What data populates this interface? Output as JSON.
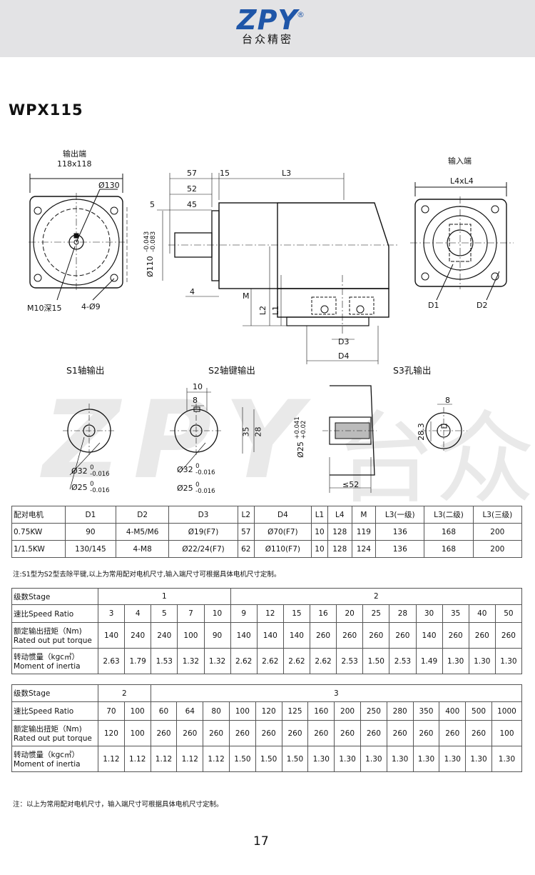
{
  "header": {
    "logo": "ZPY",
    "logo_mark": "®",
    "company": "台众精密"
  },
  "model": "WPX115",
  "drawing": {
    "output_end": "输出端",
    "output_size": "118x118",
    "input_end": "输入端",
    "dim_130": "Ø130",
    "dim_m10": "M10深15",
    "dim_4x9": "4-Ø9",
    "dim_57": "57",
    "dim_15": "15",
    "dim_L3": "L3",
    "dim_52": "52",
    "dim_45": "45",
    "dim_5": "5",
    "dim_110": "Ø110",
    "dim_110_tol_top": "-0.043",
    "dim_110_tol_bottom": "-0.083",
    "dim_4": "4",
    "dim_M": "M",
    "dim_L2": "L2",
    "dim_L1": "L1",
    "dim_D3": "D3",
    "dim_D4": "D4",
    "dim_L4": "L4xL4",
    "dim_D1": "D1",
    "dim_D2": "D2",
    "s1": "S1轴输出",
    "s2": "S2轴键输出",
    "s3": "S3孔输出",
    "s1_d32": "Ø32",
    "s1_d32_tol_top": "0",
    "s1_d32_tol_bottom": "-0.016",
    "s1_d25": "Ø25",
    "s1_d25_tol_top": "0",
    "s1_d25_tol_bottom": "-0.016",
    "s2_10": "10",
    "s2_8": "8",
    "s2_35": "35",
    "s2_28": "28",
    "s2_d32": "Ø32",
    "s2_d32_tol_top": "0",
    "s2_d32_tol_bottom": "-0.016",
    "s2_d25": "Ø25",
    "s2_d25_tol_top": "0",
    "s2_d25_tol_bottom": "-0.016",
    "s3_d25": "Ø25",
    "s3_tol_top": "+0.041",
    "s3_tol_bottom": "+0.02",
    "s3_52": "≤52",
    "s3_8": "8",
    "s3_283": "28.3"
  },
  "motor_table": {
    "headers": [
      "配对电机",
      "D1",
      "D2",
      "D3",
      "L2",
      "D4",
      "L1",
      "L4",
      "M",
      "L3(一级)",
      "L3(二级)",
      "L3(三级)"
    ],
    "rows": [
      [
        "0.75KW",
        "90",
        "4-M5/M6",
        "Ø19(F7)",
        "57",
        "Ø70(F7)",
        "10",
        "128",
        "119",
        "136",
        "168",
        "200"
      ],
      [
        "1/1.5KW",
        "130/145",
        "4-M8",
        "Ø22/24(F7)",
        "62",
        "Ø110(F7)",
        "10",
        "128",
        "124",
        "136",
        "168",
        "200"
      ]
    ],
    "note": "注:S1型为S2型去除平键,以上为常用配对电机尺寸,输入端尺寸可根据具体电机尺寸定制。"
  },
  "spec_table_1": {
    "stage_label": "级数Stage",
    "stages": [
      "1",
      "2"
    ],
    "ratio_label": "速比Speed Ratio",
    "ratios": [
      "3",
      "4",
      "5",
      "7",
      "10",
      "9",
      "12",
      "15",
      "16",
      "20",
      "25",
      "28",
      "30",
      "35",
      "40",
      "50"
    ],
    "torque_label_1": "额定输出扭矩（Nm)",
    "torque_label_2": "Rated out put torque",
    "torques": [
      "140",
      "240",
      "240",
      "100",
      "90",
      "140",
      "140",
      "140",
      "260",
      "260",
      "260",
      "260",
      "140",
      "260",
      "260",
      "260"
    ],
    "inertia_label_1": "转动惯量（kgc㎡）",
    "inertia_label_2": "Moment of inertia",
    "inertias": [
      "2.63",
      "1.79",
      "1.53",
      "1.32",
      "1.32",
      "2.62",
      "2.62",
      "2.62",
      "2.62",
      "2.53",
      "1.50",
      "2.53",
      "1.49",
      "1.30",
      "1.30",
      "1.30"
    ]
  },
  "spec_table_2": {
    "stage_label": "级数Stage",
    "stages": [
      "2",
      "3"
    ],
    "ratio_label": "速比Speed Ratio",
    "ratios": [
      "70",
      "100",
      "60",
      "64",
      "80",
      "100",
      "120",
      "125",
      "160",
      "200",
      "250",
      "280",
      "350",
      "400",
      "500",
      "1000"
    ],
    "torque_label_1": "额定输出扭矩（Nm)",
    "torque_label_2": "Rated out put torque",
    "torques": [
      "120",
      "100",
      "260",
      "260",
      "260",
      "260",
      "260",
      "260",
      "260",
      "260",
      "260",
      "260",
      "260",
      "260",
      "260",
      "100"
    ],
    "inertia_label_1": "转动惯量（kgc㎡）",
    "inertia_label_2": "Moment of inertia",
    "inertias": [
      "1.12",
      "1.12",
      "1.12",
      "1.12",
      "1.12",
      "1.50",
      "1.50",
      "1.50",
      "1.30",
      "1.30",
      "1.30",
      "1.30",
      "1.30",
      "1.30",
      "1.30",
      "1.30"
    ]
  },
  "footer_note": "注：以上为常用配对电机尺寸，输入端尺寸可根据具体电机尺寸定制。",
  "page_number": "17"
}
